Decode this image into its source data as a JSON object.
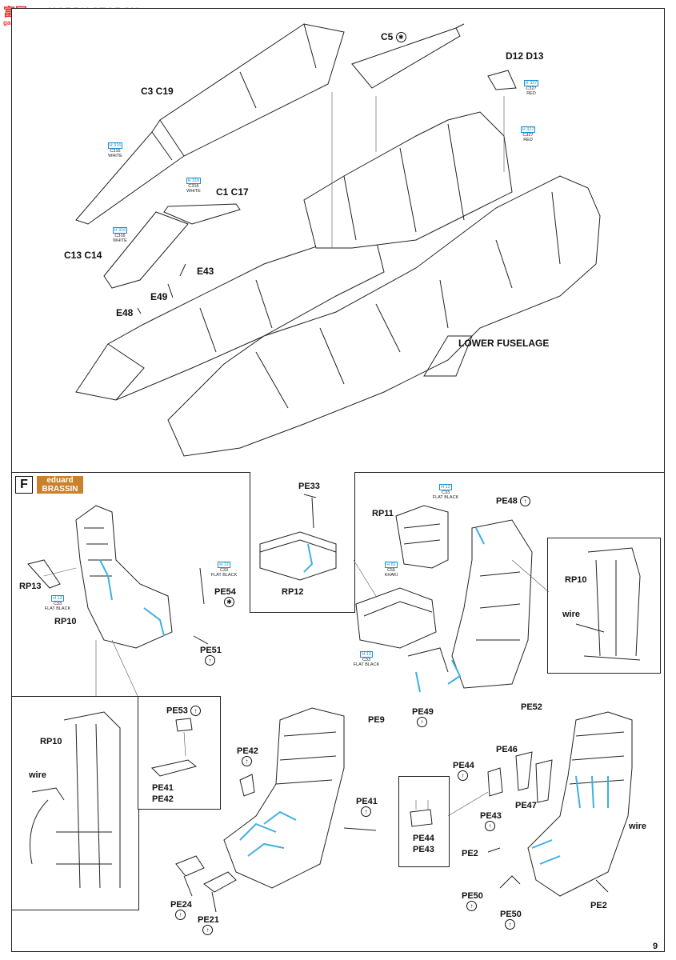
{
  "header": {
    "site_name": "HOBBY SEARCH",
    "brand_chars": "富国",
    "brand_url": "gao-shou.com"
  },
  "top_panel": {
    "labels": {
      "c5": "C5",
      "d12_d13": "D12 D13",
      "c3_c19": "C3 C19",
      "c1_c17": "C1 C17",
      "c13_c14": "C13 C14",
      "e43": "E43",
      "e49": "E49",
      "e48": "E48",
      "lower_fuselage": "LOWER FUSELAGE"
    },
    "paint": {
      "p1": {
        "code": "H 327",
        "c": "C327",
        "name": "RED"
      },
      "p2": {
        "code": "H 327",
        "c": "C327",
        "name": "RED"
      },
      "p3": {
        "code": "H 316",
        "c": "C316",
        "name": "WHITE"
      },
      "p4": {
        "code": "H 316",
        "c": "C316",
        "name": "WHITE"
      },
      "p5": {
        "code": "H 316",
        "c": "C316",
        "name": "WHITE"
      }
    }
  },
  "section_f": {
    "letter": "F",
    "badge_top": "eduard",
    "badge_bottom": "BRASSIN",
    "labels": {
      "rp13": "RP13",
      "rp10_a": "RP10",
      "pe54": "PE54",
      "pe51": "PE51",
      "pe33": "PE33",
      "rp12": "RP12",
      "rp11": "RP11",
      "pe48": "PE48",
      "rp10_b": "RP10",
      "wire_a": "wire",
      "pe52": "PE52",
      "pe9": "PE9",
      "pe49": "PE49",
      "rp10_c": "RP10",
      "wire_b": "wire",
      "pe53": "PE53",
      "pe41_a": "PE41",
      "pe42_a": "PE42",
      "pe42_b": "PE42",
      "pe41_b": "PE41",
      "pe44_a": "PE44",
      "pe43_a": "PE43",
      "pe46": "PE46",
      "pe44_b": "PE44",
      "pe47": "PE47",
      "pe43_b": "PE43",
      "wire_c": "wire",
      "pe2_a": "PE2",
      "pe2_b": "PE2",
      "pe50_a": "PE50",
      "pe50_b": "PE50",
      "pe24": "PE24",
      "pe21": "PE21"
    },
    "paint": {
      "f1": {
        "code": "H 12",
        "c": "C33",
        "name": "FLAT BLACK"
      },
      "f2": {
        "code": "H 12",
        "c": "C33",
        "name": "FLAT BLACK"
      },
      "f3": {
        "code": "H 12",
        "c": "C33",
        "name": "FLAT BLACK"
      },
      "f4": {
        "code": "H 81",
        "c": "C55",
        "name": "KHAKI"
      },
      "f5": {
        "code": "H 12",
        "c": "C33",
        "name": "FLAT BLACK"
      }
    }
  },
  "page_number": "9"
}
